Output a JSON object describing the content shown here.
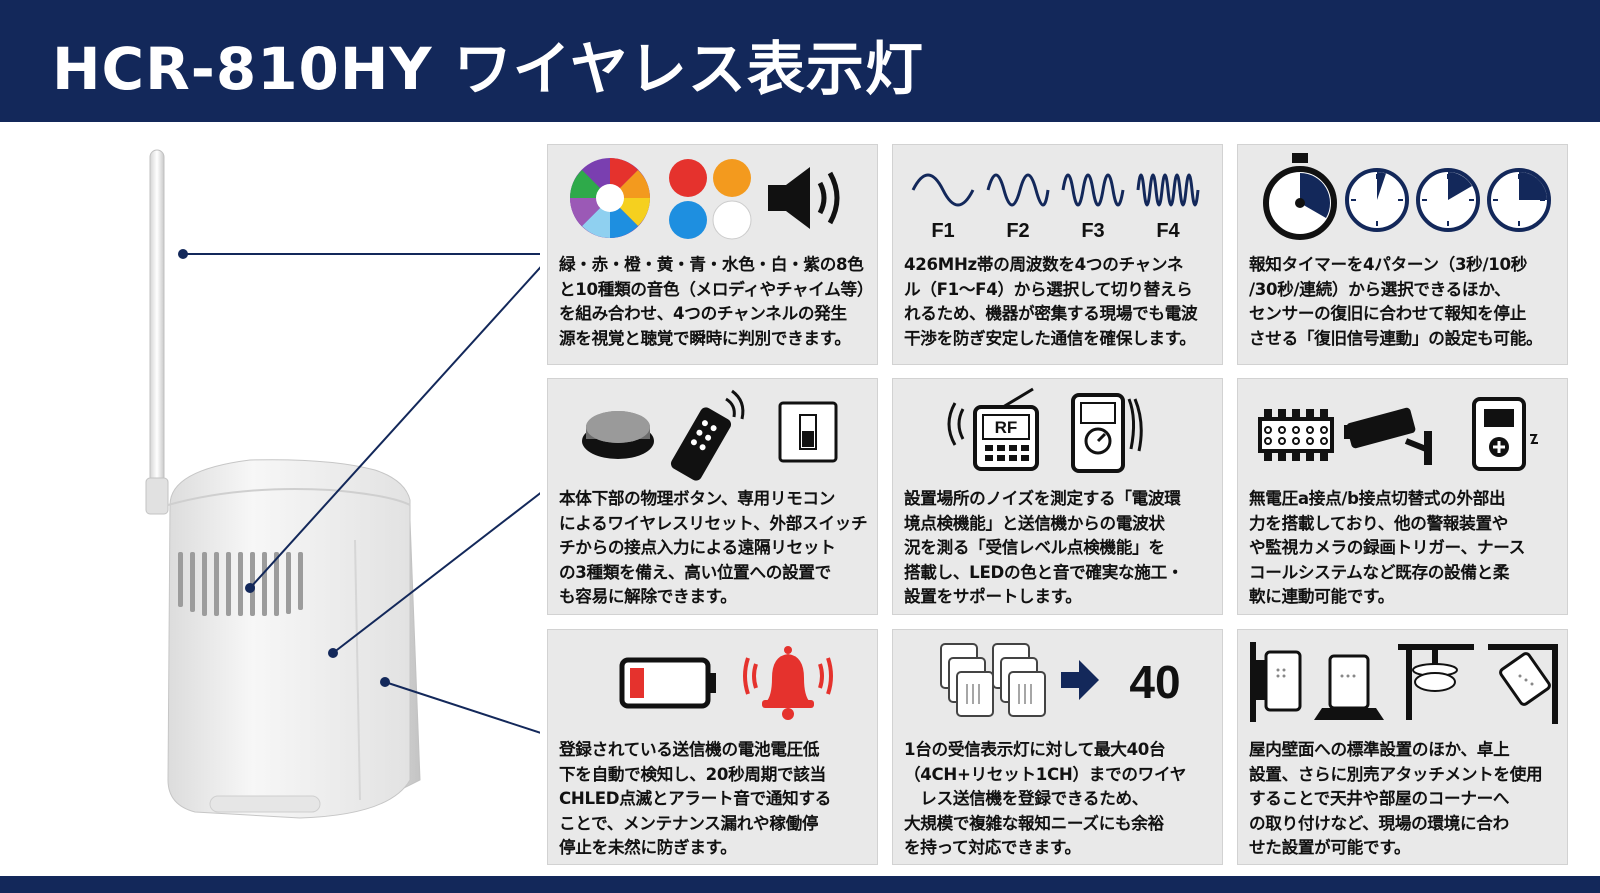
{
  "header": {
    "title": "HCR-810HY ワイヤレス表示灯"
  },
  "colors": {
    "navy": "#13285a",
    "card_bg": "#e9e9e9",
    "red": "#e5322d",
    "blue": "#1e8fe0",
    "orange": "#f39a1e"
  },
  "icons": {
    "c1": [
      "color-wheel-icon",
      "color-dots-icon",
      "speaker-icon"
    ],
    "c2": [
      "wave-f1-icon",
      "wave-f2-icon",
      "wave-f3-icon",
      "wave-f4-icon"
    ],
    "c3": [
      "stopwatch-icon",
      "timer-3s-icon",
      "timer-10s-icon",
      "timer-30s-icon"
    ],
    "c4": [
      "push-button-icon",
      "remote-control-icon",
      "wall-switch-icon"
    ],
    "c5": [
      "rf-receiver-icon",
      "multimeter-icon"
    ],
    "c6": [
      "terminal-block-icon",
      "security-camera-icon",
      "nurse-call-icon"
    ],
    "c7": [
      "low-battery-icon",
      "alarm-bell-icon"
    ],
    "c8": [
      "transmitters-icon",
      "arrow-icon"
    ],
    "c9": [
      "wall-mount-icon",
      "desk-mount-icon",
      "ceiling-mount-icon",
      "corner-mount-icon"
    ]
  },
  "labels": {
    "f1": "F1",
    "f2": "F2",
    "f3": "F3",
    "f4": "F4",
    "rf": "RF",
    "count": "40"
  },
  "cards": [
    {
      "lines": [
        "緑・赤・橙・黄・青・水色・白・紫の8色",
        "と10種類の音色（メロディやチャイム等）",
        "を組み合わせ、4つのチャンネルの発生",
        "源を視覚と聴覚で瞬時に判別できます。"
      ]
    },
    {
      "lines": [
        "426MHz帯の周波数を4つのチャンネ",
        "ル（F1～F4）から選択して切り替えら",
        "れるため、機器が密集する現場でも電波",
        "干渉を防ぎ安定した通信を確保します。"
      ]
    },
    {
      "lines": [
        "報知タイマーを4パターン（3秒/10秒",
        "/30秒/連続）から選択できるほか、",
        "センサーの復旧に合わせて報知を停止",
        "させる「復旧信号連動」の設定も可能。"
      ]
    },
    {
      "lines": [
        "本体下部の物理ボタン、専用リモコン",
        "によるワイヤレスリセット、外部スイッチ",
        "チからの接点入力による遠隔リセット",
        "の3種類を備え、高い位置への設置で",
        "も容易に解除できます。"
      ]
    },
    {
      "lines": [
        "設置場所のノイズを測定する「電波環",
        "境点検機能」と送信機からの電波状",
        "況を測る「受信レベル点検機能」を",
        "搭載し、LEDの色と音で確実な施工・",
        "設置をサポートします。"
      ]
    },
    {
      "lines": [
        "無電圧a接点/b接点切替式の外部出",
        "力を搭載しており、他の警報装置や",
        "や監視カメラの録画トリガー、ナース",
        "コールシステムなど既存の設備と柔",
        "軟に連動可能です。"
      ]
    },
    {
      "lines": [
        "登録されている送信機の電池電圧低",
        "下を自動で検知し、20秒周期で該当",
        "CHLED点滅とアラート音で通知する",
        "ことで、メンテナンス漏れや稼働停",
        "停止を未然に防ぎます。"
      ]
    },
    {
      "lines": [
        "1台の受信表示灯に対して最大40台",
        "（4CH+リセット1CH）までのワイヤ",
        "　レス送信機を登録できるため、",
        "大規模で複雑な報知ニーズにも余裕",
        "を持って対応できます。"
      ]
    },
    {
      "lines": [
        "屋内壁面への標準設置のほか、卓上",
        "設置、さらに別売アタッチメントを使用",
        "することで天井や部屋のコーナーへ",
        "の取り付けなど、現場の環境に合わ",
        "せた設置が可能です。"
      ]
    }
  ]
}
